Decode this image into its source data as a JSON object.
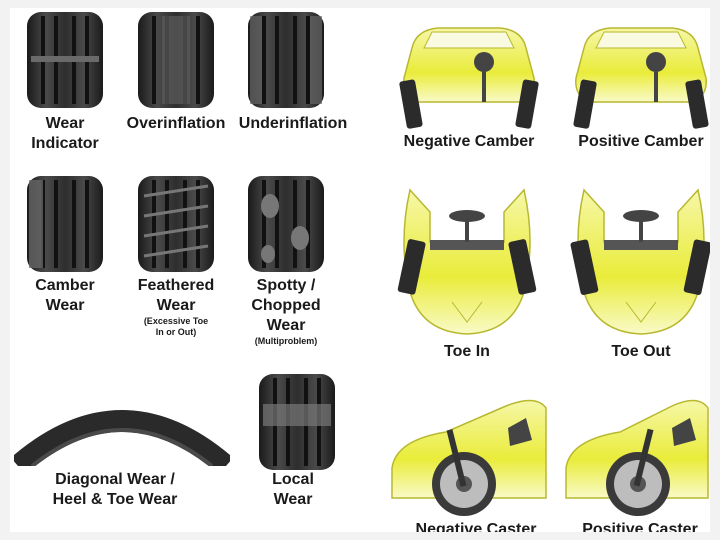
{
  "tires": {
    "wear_indicator": [
      "Wear",
      "Indicator"
    ],
    "overinflation": "Overinflation",
    "underinflation": "Underinflation",
    "camber_wear": [
      "Camber",
      "Wear"
    ],
    "feathered_wear": [
      "Feathered",
      "Wear"
    ],
    "feathered_note": [
      "(Excessive Toe",
      "In or Out)"
    ],
    "spotty_wear": [
      "Spotty /",
      "Chopped",
      "Wear"
    ],
    "spotty_note": "(Multiproblem)",
    "diagonal_wear": [
      "Diagonal Wear /",
      "Heel & Toe Wear"
    ],
    "local_wear": [
      "Local",
      "Wear"
    ]
  },
  "alignment": {
    "negative_camber": "Negative Camber",
    "positive_camber": "Positive Camber",
    "toe_in": "Toe In",
    "toe_out": "Toe Out",
    "negative_caster": "Negative Caster",
    "positive_caster": "Positive Caster"
  },
  "colors": {
    "car_yellow": "#e9ec3a",
    "tire_dark": "#2b2b2b"
  }
}
